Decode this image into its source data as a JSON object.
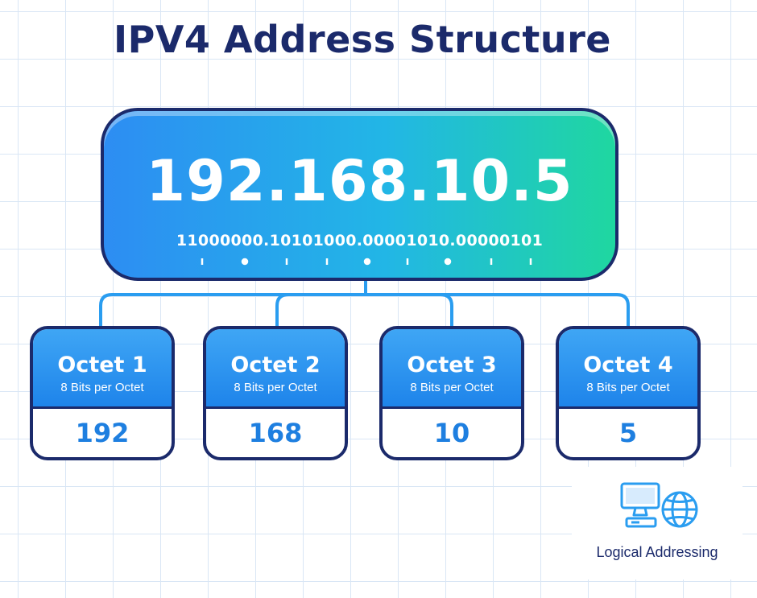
{
  "title": "IPV4 Address Structure",
  "address": {
    "decimal": "192.168.10.5",
    "binary": "11000000.10101000.00001010.00000101"
  },
  "octets": [
    {
      "name": "Octet 1",
      "subtitle": "8 Bits per Octet",
      "value": "192"
    },
    {
      "name": "Octet 2",
      "subtitle": "8 Bits per Octet",
      "value": "168"
    },
    {
      "name": "Octet 3",
      "subtitle": "8 Bits per Octet",
      "value": "10"
    },
    {
      "name": "Octet 4",
      "subtitle": "8 Bits per Octet",
      "value": "5"
    }
  ],
  "logo": {
    "caption": "Logical Addressing",
    "icons": [
      "computer-icon",
      "globe-icon"
    ]
  },
  "colors": {
    "title": "#1b2a6b",
    "border": "#1b2a6b",
    "gradient_start": "#2d8df3",
    "gradient_end": "#1fd7a0",
    "connector": "#2a9df0",
    "octet_value": "#1e7fe0",
    "grid": "#d9e6f5"
  }
}
